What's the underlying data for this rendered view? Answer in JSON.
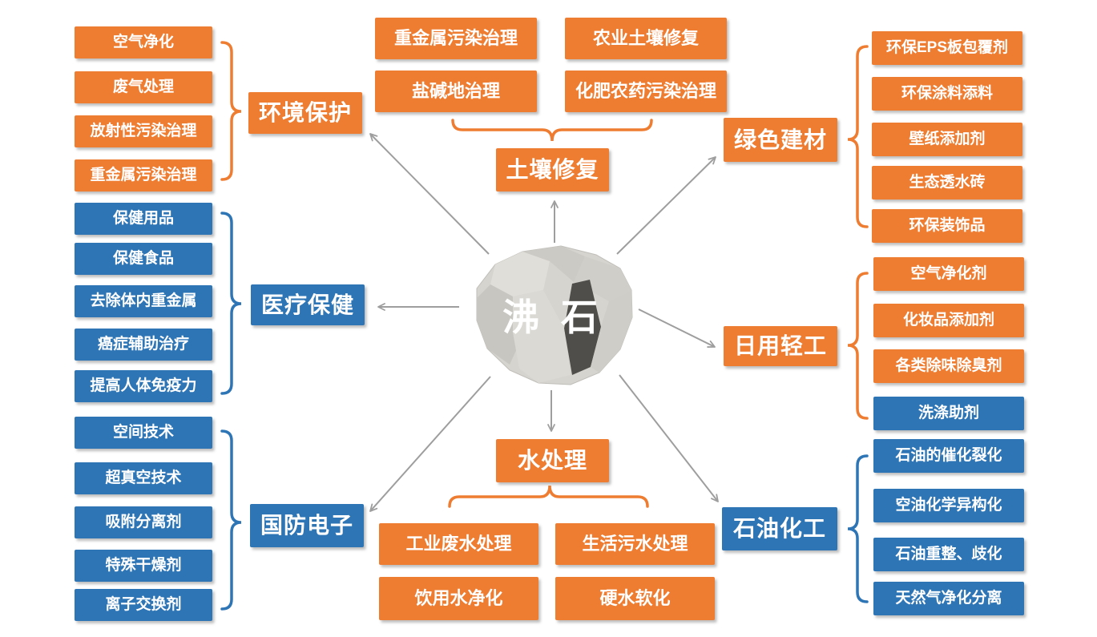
{
  "center": {
    "label": "沸 石",
    "image": "zeolite-rock-photo"
  },
  "colors": {
    "orange": "#EE7C31",
    "blue": "#2E75B6",
    "arrow_gray": "#9E9E9E",
    "background": "#FFFFFF",
    "box_text": "#FFFFFF"
  },
  "groups": {
    "environment": {
      "label": "环境保护",
      "items": [
        "空气净化",
        "废气处理",
        "放射性污染治理",
        "重金属污染治理"
      ]
    },
    "soil": {
      "label": "土壤修复",
      "items": [
        "重金属污染治理",
        "农业土壤修复",
        "盐碱地治理",
        "化肥农药污染治理"
      ]
    },
    "building": {
      "label": "绿色建材",
      "items": [
        "环保EPS板包覆剂",
        "环保涂料添料",
        "壁纸添加剂",
        "生态透水砖",
        "环保装饰品"
      ]
    },
    "medical": {
      "label": "医疗保健",
      "items": [
        "保健用品",
        "保健食品",
        "去除体内重金属",
        "癌症辅助治疗",
        "提高人体免疫力"
      ]
    },
    "daily": {
      "label": "日用轻工",
      "items": [
        "空气净化剂",
        "化妆品添加剂",
        "各类除味除臭剂",
        "洗涤助剂"
      ]
    },
    "defense": {
      "label": "国防电子",
      "items": [
        "空间技术",
        "超真空技术",
        "吸附分离剂",
        "特殊干燥剂",
        "离子交换剂"
      ]
    },
    "water": {
      "label": "水处理",
      "items": [
        "工业废水处理",
        "生活污水处理",
        "饮用水净化",
        "硬水软化"
      ]
    },
    "petro": {
      "label": "石油化工",
      "items": [
        "石油的催化裂化",
        "空油化学异构化",
        "石油重整、歧化",
        "天然气净化分离"
      ]
    }
  }
}
